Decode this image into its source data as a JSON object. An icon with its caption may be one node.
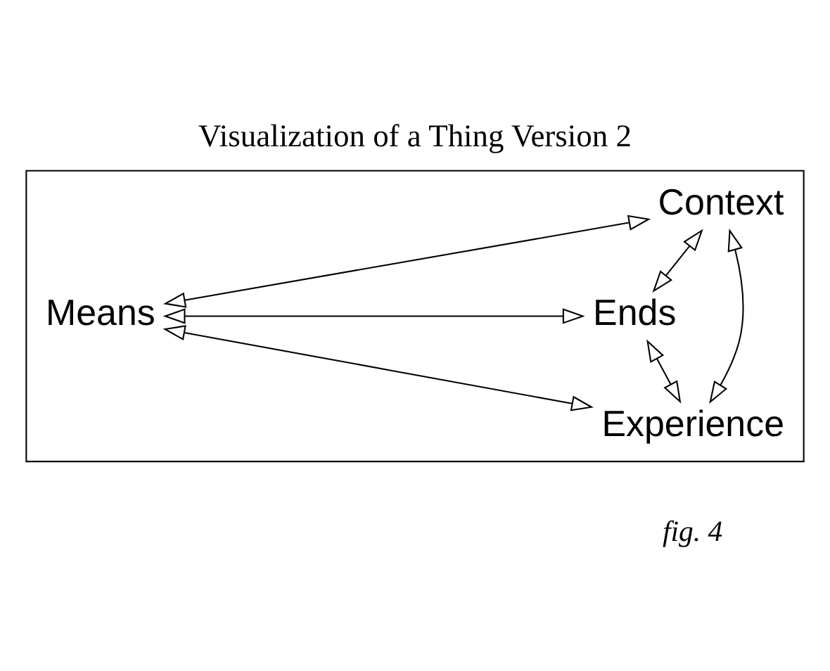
{
  "diagram": {
    "title": "Visualization of a Thing Version 2",
    "caption": "fig. 4",
    "nodes": [
      {
        "text": [],
        "shape": "box"
      },
      {
        "text": [
          "Context"
        ],
        "in": 0
      },
      {
        "text": [
          "Means"
        ],
        "in": 0
      },
      {
        "text": [
          "Ends"
        ],
        "in": 0
      },
      {
        "text": [
          "Experience"
        ],
        "in": 0
      }
    ],
    "edges": [
      {
        "from": 1,
        "to": 2,
        "arrow": "both"
      },
      {
        "from": 1,
        "to": 3,
        "arrow": "both"
      },
      {
        "from": 1,
        "to": 4,
        "arrow": "both"
      },
      {
        "from": 2,
        "to": 3,
        "arrow": "both"
      },
      {
        "from": 2,
        "to": 4,
        "arrow": "both"
      },
      {
        "from": 3,
        "to": 4,
        "arrow": "both"
      }
    ]
  }
}
